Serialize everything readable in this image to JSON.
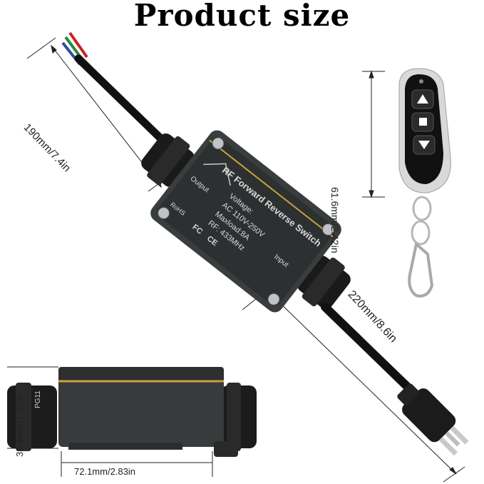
{
  "title": "Product size",
  "dimensions": {
    "cable_in": "190mm/7.4in",
    "remote": "61.6mm/2.42in",
    "cable_out": "220mm/8.6in",
    "box_height": "39.9mm/1.57in",
    "box_width": "72.1mm/2.83in"
  },
  "device_label": {
    "heading": "RF Forward Reverse Switch",
    "voltage": "Voltage:",
    "voltage_value": "AC 110V-250V",
    "maxload": "Maxload:8A",
    "rf": "RF: 433MHz",
    "output": "Output",
    "input": "Input",
    "rohs": "RoHS",
    "fc": "FC",
    "ce": "CE"
  },
  "side_view": {
    "gland_label": "PG11"
  }
}
